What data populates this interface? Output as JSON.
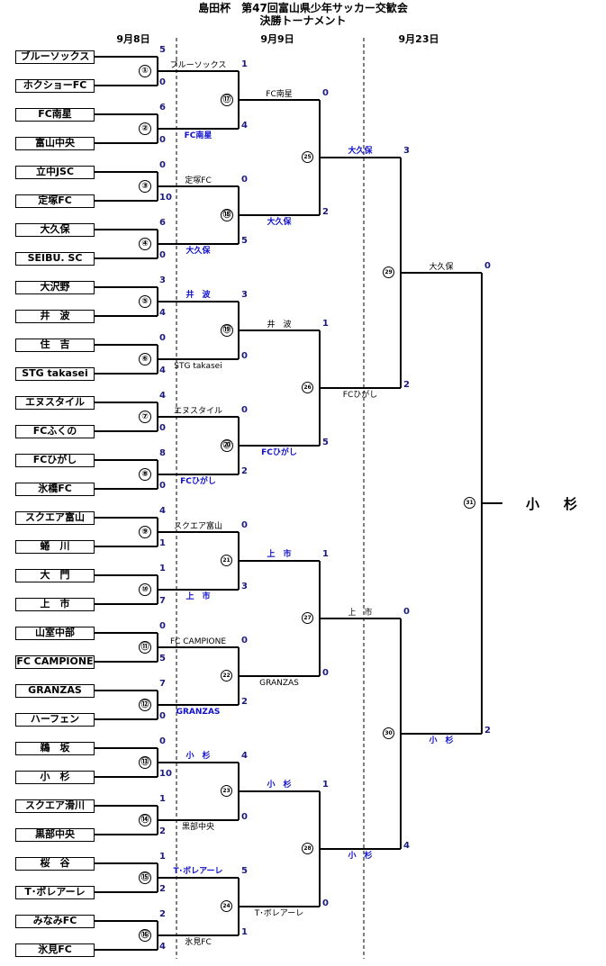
{
  "title_line1": "島田杯　第47回富山県少年サッカー交歓会",
  "title_line2": "決勝トーナメント",
  "dates": {
    "d1": "9月8日",
    "d2": "9月9日",
    "d3": "9月23日"
  },
  "r1": [
    {
      "num": "①",
      "a": "ブルーソックス",
      "b": "ホクショーFC",
      "sa": "5",
      "sb": "0"
    },
    {
      "num": "②",
      "a": "FC南星",
      "b": "富山中央",
      "sa": "6",
      "sb": "0"
    },
    {
      "num": "③",
      "a": "立中JSC",
      "b": "定塚FC",
      "sa": "0",
      "sb": "10"
    },
    {
      "num": "④",
      "a": "大久保",
      "b": "SEIBU. SC",
      "sa": "6",
      "sb": "0"
    },
    {
      "num": "⑤",
      "a": "大沢野",
      "b": "井　波",
      "sa": "3",
      "sb": "4"
    },
    {
      "num": "⑥",
      "a": "住　吉",
      "b": "STG takasei",
      "sa": "0",
      "sb": "4"
    },
    {
      "num": "⑦",
      "a": "エヌスタイル",
      "b": "FCふくの",
      "sa": "4",
      "sb": "0"
    },
    {
      "num": "⑧",
      "a": "FCひがし",
      "b": "氷橋FC",
      "sa": "8",
      "sb": "0"
    },
    {
      "num": "⑨",
      "a": "スクエア富山",
      "b": "蜷　川",
      "sa": "4",
      "sb": "1"
    },
    {
      "num": "⑩",
      "a": "大　門",
      "b": "上　市",
      "sa": "1",
      "sb": "7"
    },
    {
      "num": "⑪",
      "a": "山室中部",
      "b": "FC CAMPIONE",
      "sa": "0",
      "sb": "5"
    },
    {
      "num": "⑫",
      "a": "GRANZAS",
      "b": "ハーフェン",
      "sa": "7",
      "sb": "0"
    },
    {
      "num": "⑬",
      "a": "鵜　坂",
      "b": "小　杉",
      "sa": "0",
      "sb": "10"
    },
    {
      "num": "⑭",
      "a": "スクエア滑川",
      "b": "黒部中央",
      "sa": "1",
      "sb": "2"
    },
    {
      "num": "⑮",
      "a": "桜　谷",
      "b": "T･ボレアーレ",
      "sa": "1",
      "sb": "2"
    },
    {
      "num": "⑯",
      "a": "みなみFC",
      "b": "氷見FC",
      "sa": "2",
      "sb": "4"
    }
  ],
  "r2": [
    {
      "num": "⑰",
      "top": "ブルーソックス",
      "bot": "FC南星",
      "st": "1",
      "sb": "4",
      "win": "bot"
    },
    {
      "num": "⑱",
      "top": "定塚FC",
      "bot": "大久保",
      "st": "0",
      "sb": "5",
      "win": "bot"
    },
    {
      "num": "⑲",
      "top": "井　波",
      "bot": "STG takasei",
      "st": "3",
      "sb": "0",
      "win": "top"
    },
    {
      "num": "⑳",
      "top": "エヌスタイル",
      "bot": "FCひがし",
      "st": "0",
      "sb": "2",
      "win": "bot"
    },
    {
      "num": "21",
      "top": "スクエア富山",
      "bot": "上　市",
      "st": "0",
      "sb": "3",
      "win": "bot"
    },
    {
      "num": "22",
      "top": "FC CAMPIONE",
      "bot": "GRANZAS",
      "st": "0",
      "sb": "2",
      "win": "bot"
    },
    {
      "num": "23",
      "top": "小　杉",
      "bot": "黒部中央",
      "st": "4",
      "sb": "0",
      "win": "top"
    },
    {
      "num": "24",
      "top": "T･ボレアーレ",
      "bot": "氷見FC",
      "st": "5",
      "sb": "1",
      "win": "top"
    }
  ],
  "r3": [
    {
      "num": "25",
      "top": "FC南星",
      "bot": "大久保",
      "st": "0",
      "sb": "2",
      "win": "bot"
    },
    {
      "num": "26",
      "top": "井　波",
      "bot": "FCひがし",
      "st": "1",
      "sb": "5",
      "win": "bot"
    },
    {
      "num": "27",
      "top": "上　市",
      "bot": "GRANZAS",
      "st": "1",
      "sb": "0",
      "win": "top"
    },
    {
      "num": "28",
      "top": "小　杉",
      "bot": "T･ボレアーレ",
      "st": "1",
      "sb": "0",
      "win": "top"
    }
  ],
  "r4": [
    {
      "num": "29",
      "top": "大久保",
      "bot": "FCひがし",
      "st": "3",
      "sb": "2",
      "win": "top"
    },
    {
      "num": "30",
      "top": "上　市",
      "bot": "小　杉",
      "st": "0",
      "sb": "4",
      "win": "bot"
    }
  ],
  "final": {
    "num": "31",
    "top": "大久保",
    "bot": "小　杉",
    "st": "0",
    "sb": "2",
    "win": "bot",
    "champion": "小　杉"
  }
}
